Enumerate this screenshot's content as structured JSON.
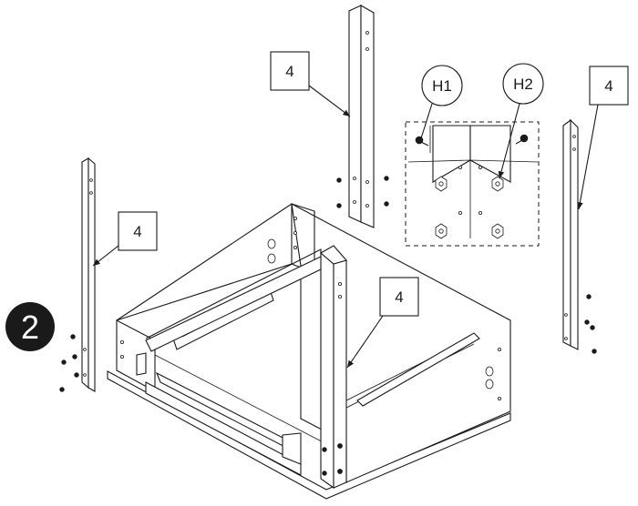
{
  "step": {
    "number": "2",
    "badge_color": "#1a1a1a",
    "text_color": "#ffffff"
  },
  "callouts": {
    "post_top": "4",
    "post_left": "4",
    "post_right": "4",
    "post_front": "4"
  },
  "hardware": {
    "h1": "H1",
    "h2": "H2"
  },
  "colors": {
    "ink": "#1a1a1a",
    "paper": "#ffffff"
  }
}
